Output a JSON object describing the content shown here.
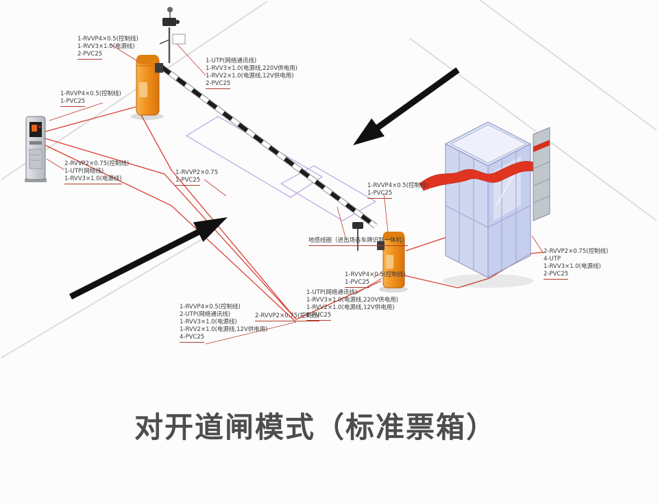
{
  "title": "对开道闸模式（标准票箱）",
  "colors": {
    "barrier_orange": "#f0921e",
    "cable_red": "#d6281a",
    "booth_blue": "#c7cfec",
    "ribbon_red": "#e03420",
    "arrow_black": "#111111",
    "loop_purple": "#c4b0e4"
  },
  "labels": {
    "gate1_top": {
      "lines": [
        "1-RVVP4×0.5(控制线)",
        "1-RVV3×1.0(电源线)",
        "2-PVC25"
      ]
    },
    "reader_upper": {
      "lines": [
        "1-RVVP4×0.5(控制线)",
        "1-PVC25"
      ]
    },
    "camera_top": {
      "lines": [
        "1-UTP(网络通讯线)",
        "1-RVV3×1.0(电源线,220V供电用)",
        "1-RVV2×1.0(电源线,12V供电用)",
        "2-PVC25"
      ]
    },
    "reader_mid": {
      "lines": [
        "2-RVVP2×0.75(控制线)",
        "1-UTP(网络线)",
        "1-RVV3×1.0(电源线)"
      ]
    },
    "loop_center": {
      "lines": [
        "1-RVVP2×0.75",
        "1-PVC25"
      ]
    },
    "gate2_upper": {
      "lines": [
        "1-RVVP4×0.5(控制线)",
        "1-PVC25"
      ]
    },
    "loop_note": {
      "lines": [
        "地感线圈（进出场各车牌识别一体机）"
      ]
    },
    "gate2_left": {
      "lines": [
        "1-RVVP4×0.5(控制线)",
        "1-PVC25"
      ]
    },
    "booth_lower": {
      "lines": [
        "1-UTP(网络通讯线)",
        "1-RVV3×1.0(电源线,220V供电用)",
        "1-RVV2×1.0(电源线,12V供电用)",
        "2-PVC25"
      ]
    },
    "main_lower": {
      "lines": [
        "1-RVVP4×0.5(控制线)",
        "2-UTP(网络通讯线)",
        "1-RVV3×1.0(电源线)",
        "1-RVV2×1.0(电源线,12V供电用)",
        "4-PVC25"
      ]
    },
    "main_lower_b": {
      "lines": [
        "2-RVVP2×0.75(控制线)"
      ]
    },
    "booth_right": {
      "lines": [
        "2-RVVP2×0.75(控制线)",
        "4-UTP",
        "1-RVV3×1.0(电源线)",
        "2-PVC25"
      ]
    }
  }
}
